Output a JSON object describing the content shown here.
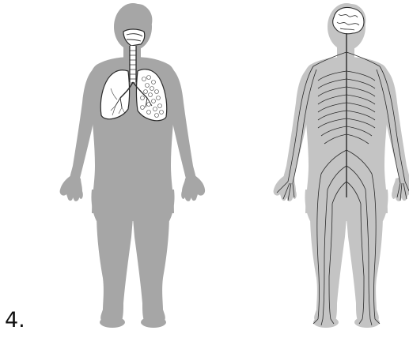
{
  "question": {
    "number_label": "4."
  },
  "figures": {
    "left": {
      "subject": "respiratory-system"
    },
    "right": {
      "subject": "nervous-system"
    }
  },
  "colors": {
    "silhouette": "#a6a6a6",
    "silhouette_light": "#c4c4c4",
    "organ_fill": "#ffffff",
    "line": "#2a2a2a",
    "background": "#ffffff"
  }
}
